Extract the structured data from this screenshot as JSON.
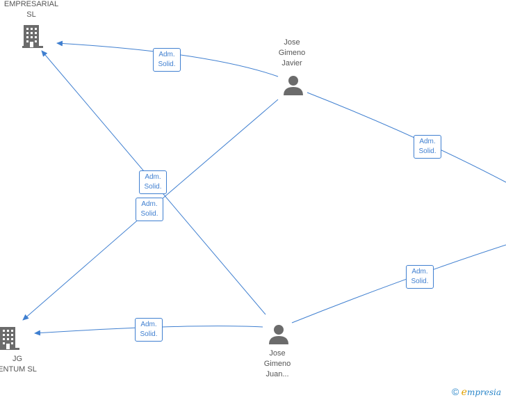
{
  "nodes": {
    "company_top": {
      "label_line1": "EMPRESARIAL",
      "label_line2": "SL",
      "icon": "building-icon"
    },
    "company_bottom": {
      "label_line1": "JG",
      "label_line2": "ENTUM  SL",
      "icon": "building-icon"
    },
    "person_javier": {
      "label_line1": "Jose",
      "label_line2": "Gimeno",
      "label_line3": "Javier",
      "icon": "person-icon"
    },
    "person_juan": {
      "label_line1": "Jose",
      "label_line2": "Gimeno",
      "label_line3": "Juan...",
      "icon": "person-icon"
    }
  },
  "edge_labels": [
    {
      "line1": "Adm.",
      "line2": "Solid."
    },
    {
      "line1": "Adm.",
      "line2": "Solid."
    },
    {
      "line1": "Adm.",
      "line2": "Solid."
    },
    {
      "line1": "Adm.",
      "line2": "Solid."
    },
    {
      "line1": "Adm.",
      "line2": "Solid."
    },
    {
      "line1": "Adm.",
      "line2": "Solid."
    }
  ],
  "brand": {
    "copyright": "©",
    "first_letter": "e",
    "rest": "mpresia"
  },
  "colors": {
    "edge": "#3f7fd0",
    "icon": "#6b6b6b",
    "label_text": "#555555"
  }
}
